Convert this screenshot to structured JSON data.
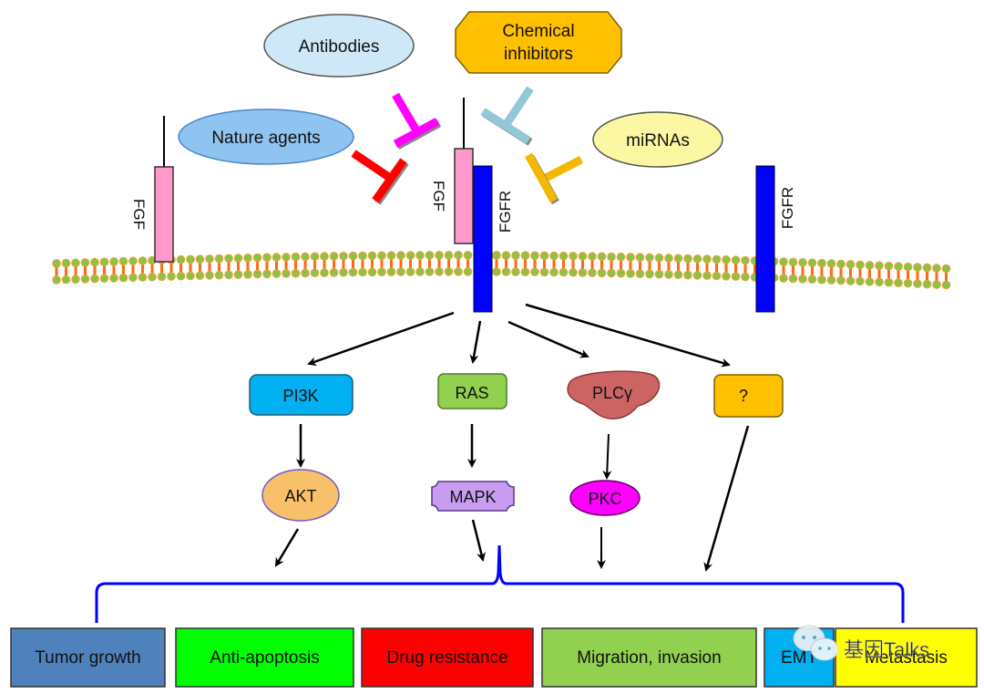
{
  "diagram": {
    "inhibitors": {
      "antibodies": "Antibodies",
      "chemical_line1": "Chemical",
      "chemical_line2": "inhibitors",
      "nature_agents": "Nature agents",
      "mirnas": "miRNAs"
    },
    "ligand_label": "FGF",
    "receptor_label": "FGFR",
    "pathways": {
      "pi3k": "PI3K",
      "ras": "RAS",
      "plcg": "PLCγ",
      "unknown": "?",
      "akt": "AKT",
      "mapk": "MAPK",
      "pkc": "PKC"
    },
    "outcomes": [
      {
        "label": "Tumor growth",
        "color": "#4f81bd"
      },
      {
        "label": "Anti-apoptosis",
        "color": "#00ff00"
      },
      {
        "label": "Drug resistance",
        "color": "#ff0000"
      },
      {
        "label": "Migration, invasion",
        "color": "#92d050"
      },
      {
        "label": "EMT",
        "color": "#00b0f0"
      },
      {
        "label": "Metastasis",
        "color": "#ffff00"
      }
    ],
    "watermark": "基因Talks",
    "colors": {
      "antibodies": "#cfe8f8",
      "chemical": "#ffc000",
      "nature": "#8fc3f0",
      "mirnas": "#fbf7a2",
      "fgf": "#ff99cc",
      "fgfr": "#0000ff",
      "membrane_head": "#8bc34a",
      "membrane_tail": "#ff6a13",
      "bracket": "#0000ff"
    }
  }
}
